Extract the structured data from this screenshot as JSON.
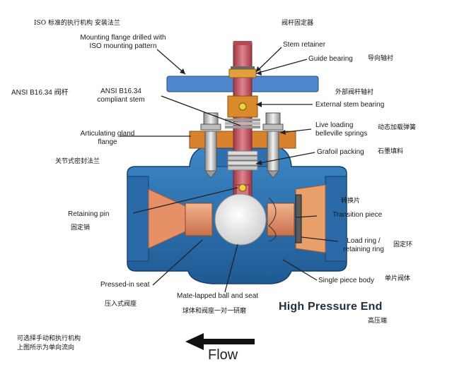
{
  "top_notes": {
    "iso_cn": "ISO 标准的执行机构 安装法兰",
    "stem_fixer_cn": "阀杆固定器"
  },
  "labels": {
    "mounting_flange": "Mounting flange drilled with\nISO mounting pattern",
    "stem_retainer": "Stem retainer",
    "guide_bearing": "Guide bearing",
    "guide_bearing_cn": "导向轴衬",
    "ansi_left": "ANSI B16.34 阀杆",
    "ansi_stem": "ANSI B16.34\ncompliant stem",
    "external_bearing_cn": "外部阀杆轴衬",
    "external_bearing": "External stem bearing",
    "live_loading": "Live loading\nbelleville springs",
    "live_loading_cn": "动态加载弹簧",
    "gland_flange": "Articulating gland\nflange",
    "gland_flange_cn": "关节式密封法兰",
    "grafoil": "Grafoil packing",
    "grafoil_cn": "石墨填料",
    "transition_cn": "转换片",
    "transition": "Transition piece",
    "retaining_pin": "Retaining pin",
    "retaining_pin_cn": "固定销",
    "load_ring": "Load ring /\nretaining ring",
    "load_ring_cn": "固定环",
    "single_body": "Single piece body",
    "single_body_cn": "单片阀体",
    "pressed_seat": "Pressed-in seat",
    "pressed_seat_cn": "压入式阀座",
    "mate_lapped": "Mate-lapped ball and seat",
    "mate_lapped_cn": "球体和阀座一对一研磨",
    "high_pressure": "High Pressure End",
    "high_pressure_cn": "高压端",
    "bottom_note_cn": "可选择手动和执行机构\n上图所示为单向流向",
    "flow": "Flow"
  },
  "colors": {
    "body_blue": "#2f78b8",
    "body_dark": "#1d5792",
    "flange_blue": "#4f86cc",
    "stem_pink": "#c75a66",
    "bearing_orange": "#d98a2a",
    "copper": "#d98d62",
    "bolt_gray": "#c8c8c8",
    "leader": "#222222"
  },
  "icons": [
    "flow-arrow-left-icon"
  ]
}
